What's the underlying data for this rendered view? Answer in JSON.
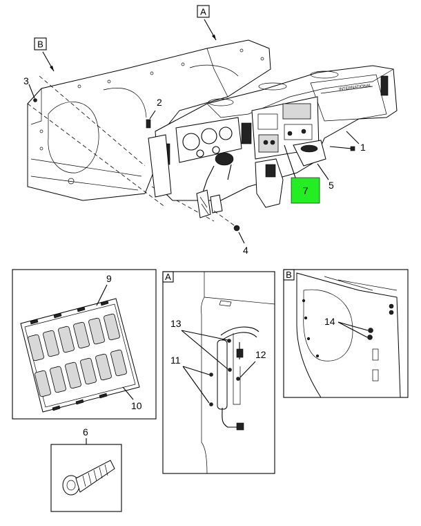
{
  "view_labels": {
    "a": "A",
    "b": "B"
  },
  "callouts": {
    "c1": "1",
    "c2": "2",
    "c3": "3",
    "c4": "4",
    "c5": "5",
    "c6": "6",
    "c7": "7",
    "c8": "",
    "c9": "9",
    "c10": "10",
    "c11": "11",
    "c12": "12",
    "c13": "13",
    "c14": "14"
  },
  "dash_brand": "INTERNATIONAL",
  "colors": {
    "highlight": "#22ee22",
    "line": "#000000"
  }
}
